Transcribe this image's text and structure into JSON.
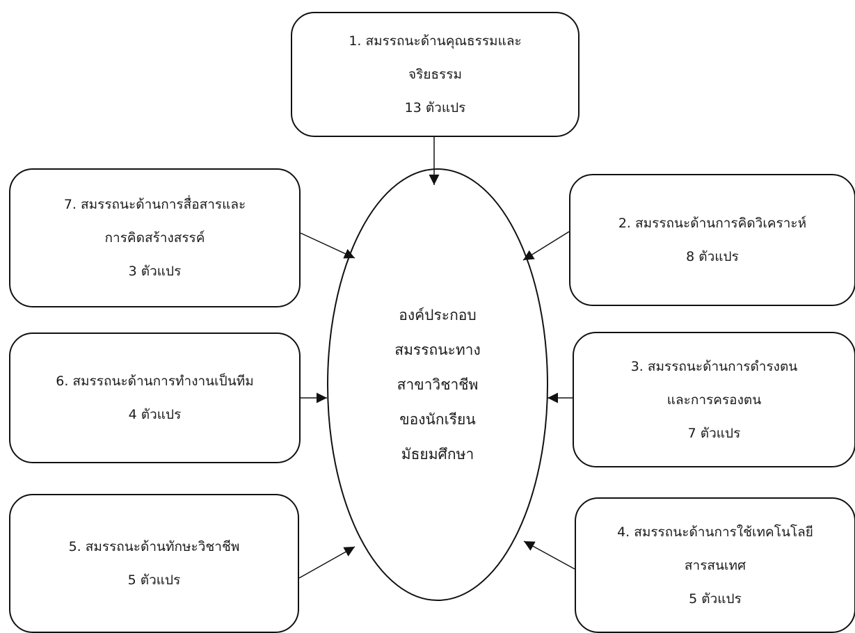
{
  "center": {
    "lines": [
      "องค์ประกอบ",
      "สมรรถนะทาง",
      "สาขาวิชาชีพ",
      "ของนักเรียน",
      "มัธยมศึกษา"
    ]
  },
  "components": [
    {
      "number": 1,
      "lines": [
        "1. สมรรถนะด้านคุณธรรมและ",
        "จริยธรรม",
        "13 ตัวแปร"
      ]
    },
    {
      "number": 2,
      "lines": [
        "2. สมรรถนะด้านการคิดวิเคราะห์",
        "8 ตัวแปร"
      ]
    },
    {
      "number": 3,
      "lines": [
        "3. สมรรถนะด้านการดำรงตน",
        "และการครองตน",
        "7 ตัวแปร"
      ]
    },
    {
      "number": 4,
      "lines": [
        "4. สมรรถนะด้านการใช้เทคโนโลยี",
        "สารสนเทศ",
        "5 ตัวแปร"
      ]
    },
    {
      "number": 5,
      "lines": [
        "5. สมรรถนะด้านทักษะวิชาชีพ",
        "5 ตัวแปร"
      ]
    },
    {
      "number": 6,
      "lines": [
        "6. สมรรถนะด้านการทำงานเป็นทีม",
        "4 ตัวแปร"
      ]
    },
    {
      "number": 7,
      "lines": [
        "7. สมรรถนะด้านการสื่อสารและ",
        "การคิดสร้างสรรค์",
        "3 ตัวแปร"
      ]
    }
  ],
  "colors": {
    "stroke": "#111111",
    "background": "#ffffff",
    "text": "#1a1a1a"
  }
}
